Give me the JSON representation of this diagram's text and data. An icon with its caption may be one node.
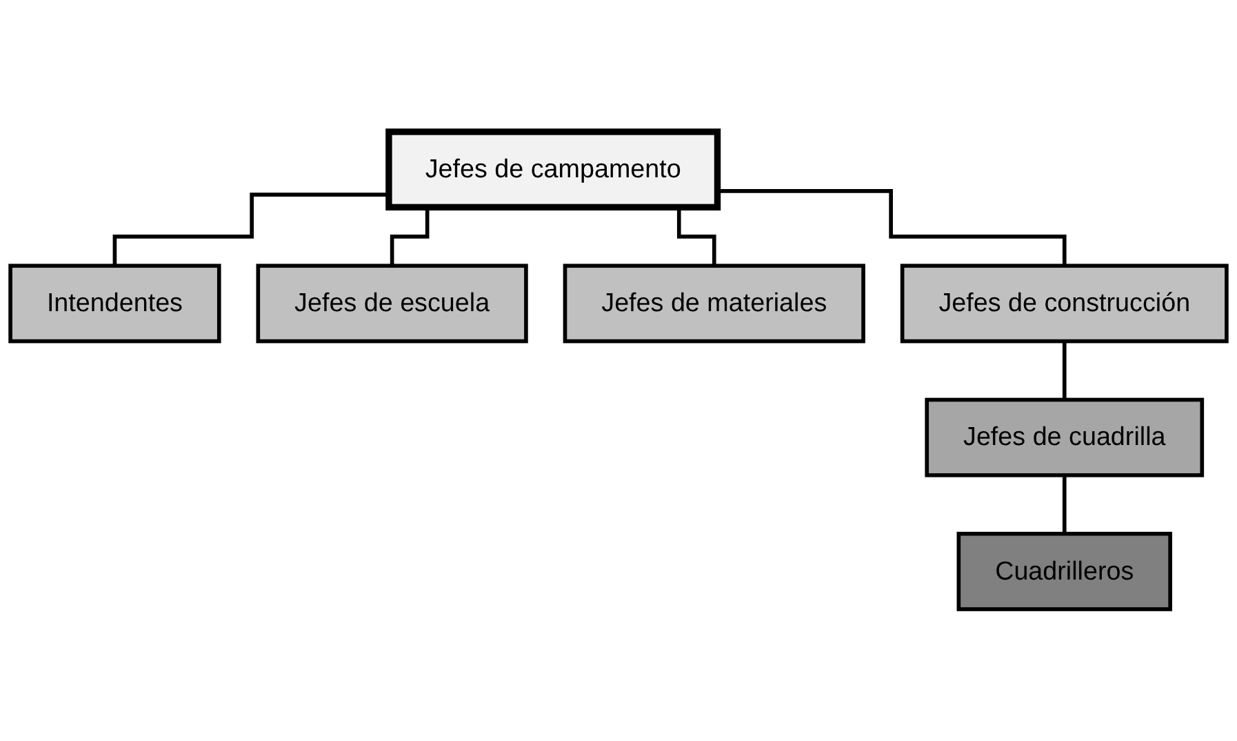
{
  "diagram": {
    "nodes": [
      {
        "text": [
          "Jefes de campamento"
        ]
      },
      {
        "text": [
          "Intendentes"
        ]
      },
      {
        "text": [
          "Jefes de escuela"
        ]
      },
      {
        "text": [
          "Jefes de materiales"
        ]
      },
      {
        "text": [
          "Jefes de construcción"
        ]
      },
      {
        "text": [
          "Jefes de cuadrilla"
        ]
      },
      {
        "text": [
          "Cuadrilleros"
        ]
      }
    ],
    "edges": [
      {
        "from": 0,
        "to": 1,
        "arrow": "none"
      },
      {
        "from": 0,
        "to": 2,
        "arrow": "none"
      },
      {
        "from": 0,
        "to": 3,
        "arrow": "none"
      },
      {
        "from": 0,
        "to": 4,
        "arrow": "none"
      },
      {
        "from": 4,
        "to": 5,
        "arrow": "none"
      },
      {
        "from": 5,
        "to": 6,
        "arrow": "none"
      }
    ]
  }
}
